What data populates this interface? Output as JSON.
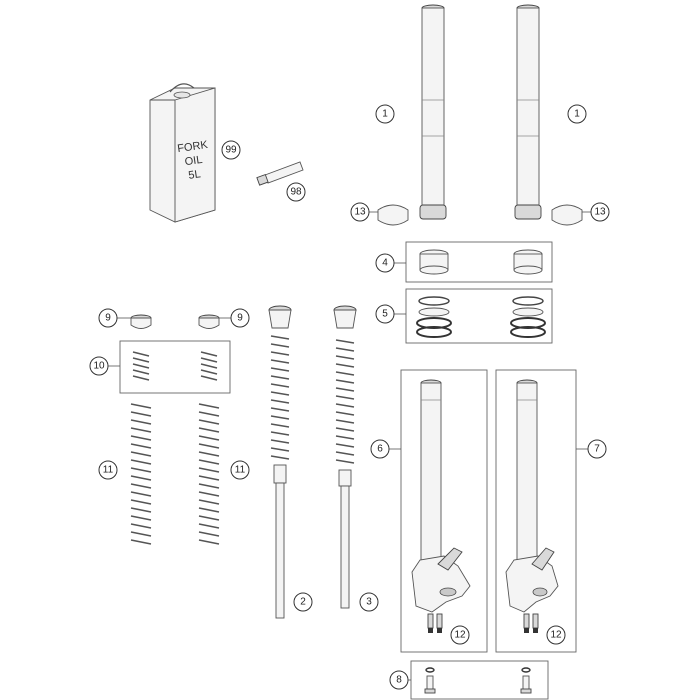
{
  "oil_can": {
    "label_lines": [
      "FORK",
      "OIL",
      "5L"
    ]
  },
  "callouts": {
    "c1_left": "1",
    "c1_right": "1",
    "c2": "2",
    "c3": "3",
    "c4": "4",
    "c5": "5",
    "c6": "6",
    "c7": "7",
    "c8": "8",
    "c9_left": "9",
    "c9_right": "9",
    "c10": "10",
    "c11_left": "11",
    "c11_right": "11",
    "c12_left": "12",
    "c12_right": "12",
    "c13_left": "13",
    "c13_right": "13",
    "c98": "98",
    "c99": "99"
  }
}
